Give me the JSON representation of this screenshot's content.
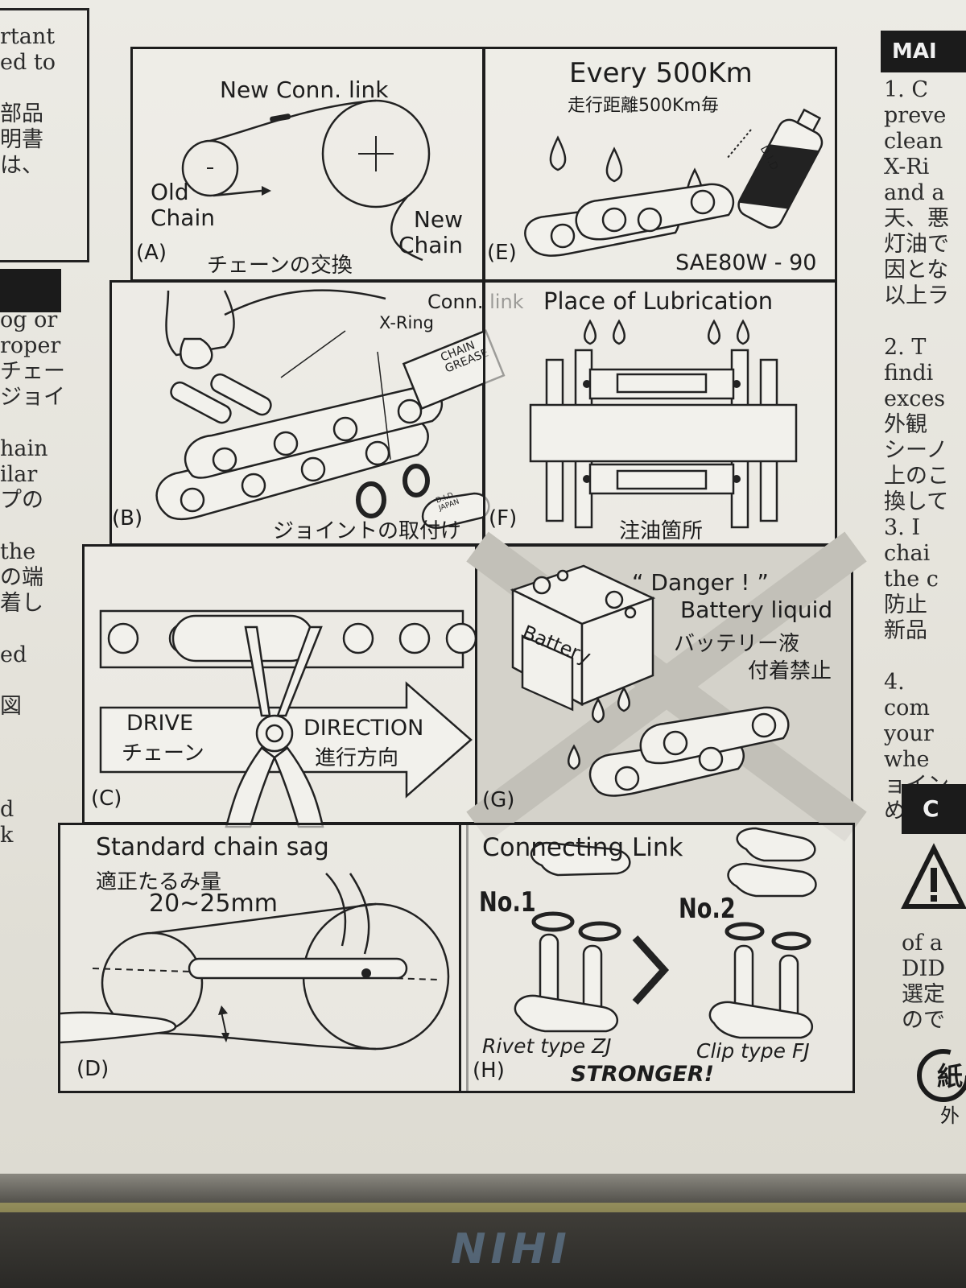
{
  "left_column": {
    "lines": [
      "rtant",
      "ed to",
      "",
      "部品",
      "明書",
      "は、",
      "",
      "",
      "",
      "",
      "",
      "og or",
      "roper",
      "チェー",
      "ジョイ",
      "",
      "hain",
      "ilar",
      "プの",
      "",
      "the",
      "の端",
      "着し",
      "",
      "ed",
      "",
      "図",
      "",
      "",
      "",
      "d",
      "k"
    ]
  },
  "right_column": {
    "tab_label": "MAI",
    "lines": [
      "1. C",
      "preve",
      "clean",
      "X-Ri",
      "and a",
      "天、悪",
      "灯油で",
      "因とな",
      "以上ラ",
      "",
      "2. T",
      "findi",
      "exces",
      "外観",
      "シーノ",
      "上のこ",
      "換して",
      "3. I",
      "chai",
      "the c",
      "防止",
      "新品",
      "",
      "4.",
      "com",
      "your",
      "whe",
      "ョイン",
      "めジ"
    ],
    "tab2_label": "C",
    "lines2": [
      "of a",
      "DID",
      "選定",
      "ので"
    ]
  },
  "panels": {
    "A": {
      "letter": "(A)",
      "new_conn": "New Conn. link",
      "old_chain": "Old\nChain",
      "new_chain": "New\nChain",
      "caption": "チェーンの交換"
    },
    "B": {
      "letter": "(B)",
      "conn_link": "Conn. link",
      "x_ring": "X-Ring",
      "grease": "CHAIN\nGREASE",
      "caption": "ジョイントの取付け",
      "plate_text": "D.I.D\nJAPAN"
    },
    "C": {
      "letter": "(C)",
      "drive_en": "DRIVE",
      "drive_jp": "チェーン",
      "dir_en": "DIRECTION",
      "dir_jp": "進行方向"
    },
    "D": {
      "letter": "(D)",
      "title": "Standard chain sag",
      "title_jp": "適正たるみ量",
      "value": "20~25mm"
    },
    "E": {
      "letter": "(E)",
      "title": "Every 500Km",
      "title_jp": "走行距離500Km毎",
      "spec": "SAE80W - 90",
      "can_text": "D.I.D"
    },
    "F": {
      "letter": "(F)",
      "title": "Place of Lubrication",
      "caption": "注油箇所"
    },
    "G": {
      "letter": "(G)",
      "danger": "“ Danger ! ”",
      "battery_liquid": "Battery liquid",
      "jp1": "バッテリー液",
      "jp2": "付着禁止",
      "battery_label": "Battery"
    },
    "H": {
      "letter": "(H)",
      "title": "Connecting Link",
      "no1": "No.1",
      "no2": "No.2",
      "rivet": "Rivet type ZJ",
      "clip": "Clip type FJ",
      "stronger": "STRONGER!"
    }
  }
}
